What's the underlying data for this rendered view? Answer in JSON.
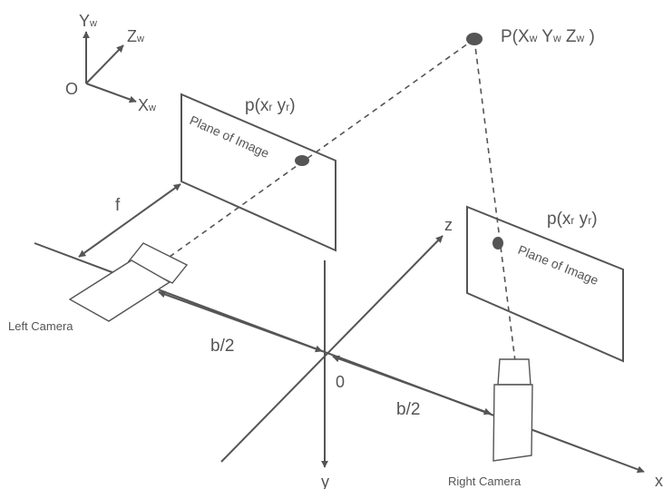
{
  "diagram": {
    "world_axes": {
      "origin": "O",
      "y": {
        "base": "Y",
        "sub": "w"
      },
      "z": {
        "base": "Z",
        "sub": "w"
      },
      "x": {
        "base": "X",
        "sub": "w"
      }
    },
    "world_point": {
      "prefix": "P(",
      "parts": [
        {
          "base": "X",
          "sub": "w"
        },
        {
          "base": " Y",
          "sub": "w"
        },
        {
          "base": " Z",
          "sub": "w"
        }
      ],
      "suffix": " )"
    },
    "left_image_point": {
      "prefix": "p(",
      "parts": [
        {
          "base": "x",
          "sub": "r"
        },
        {
          "base": " y",
          "sub": "r"
        }
      ],
      "suffix": ")"
    },
    "right_image_point": {
      "prefix": "p(",
      "parts": [
        {
          "base": "x",
          "sub": "r"
        },
        {
          "base": " y",
          "sub": "r"
        }
      ],
      "suffix": ")"
    },
    "left_plane_label": "Plane of Image",
    "right_plane_label": "Plane of Image",
    "focal_label": "f",
    "left_baseline_label": "b/2",
    "right_baseline_label": "b/2",
    "center_origin_label": "0",
    "axis_z_label": "z",
    "axis_y_label": "y",
    "axis_x_label": "x",
    "left_camera_label": "Left Camera",
    "right_camera_label": "Right Camera",
    "colors": {
      "stroke": "#555555",
      "fill": "#ffffff",
      "text": "#555555",
      "point": "#555555"
    }
  }
}
